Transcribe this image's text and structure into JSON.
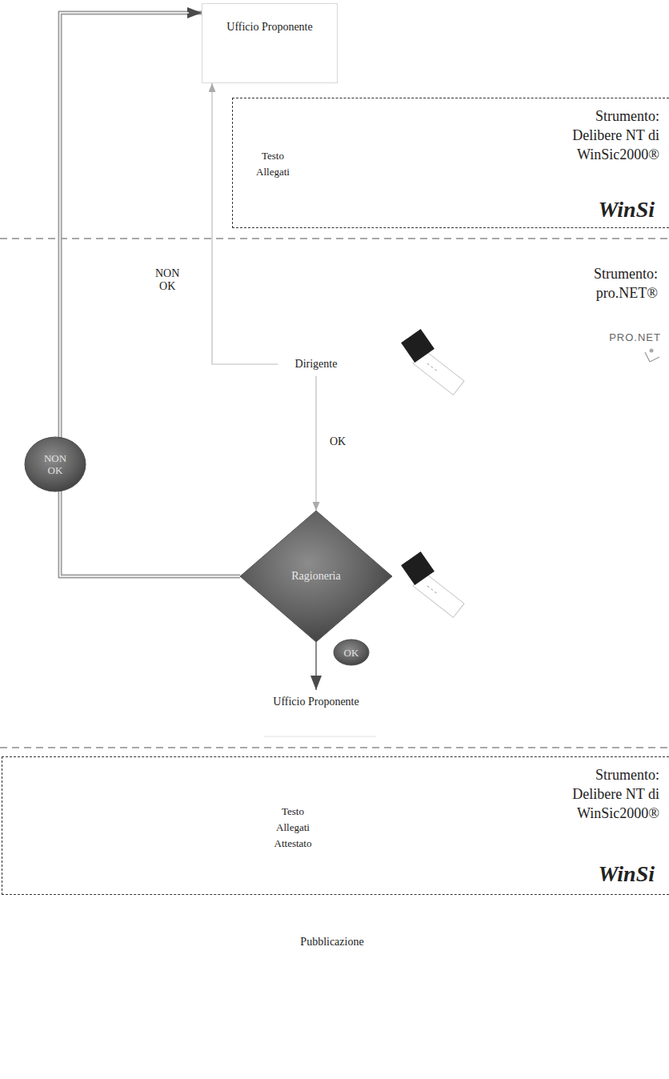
{
  "diagram": {
    "nodes": [
      {
        "text": [
          "Ufficio Proponente"
        ]
      },
      {
        "text": [
          "Testo Allegati",
          "Strumento: Delibere NT di WinSic2000®"
        ]
      },
      {
        "text": [
          "Dirigente"
        ]
      },
      {
        "text": [
          "Ragioneria"
        ]
      },
      {
        "text": [
          "Ufficio Proponente"
        ]
      },
      {
        "text": [
          "Testo Allegati Attestato",
          "Strumento: Delibere NT di WinSic2000®"
        ]
      },
      {
        "text": [
          "Pubblicazione"
        ]
      }
    ],
    "edges": [
      {
        "from": 2,
        "to": 0,
        "label": "NON OK",
        "arrow": "to"
      },
      {
        "from": 2,
        "to": 3,
        "label": "OK",
        "arrow": "to"
      },
      {
        "from": 3,
        "to": 0,
        "label": "NON OK",
        "arrow": "to"
      },
      {
        "from": 3,
        "to": 4,
        "label": "OK",
        "arrow": "to"
      }
    ],
    "labels": [
      "Strumento: pro.NET®",
      "PRO.NET",
      "WinSi",
      "WinSi"
    ]
  }
}
